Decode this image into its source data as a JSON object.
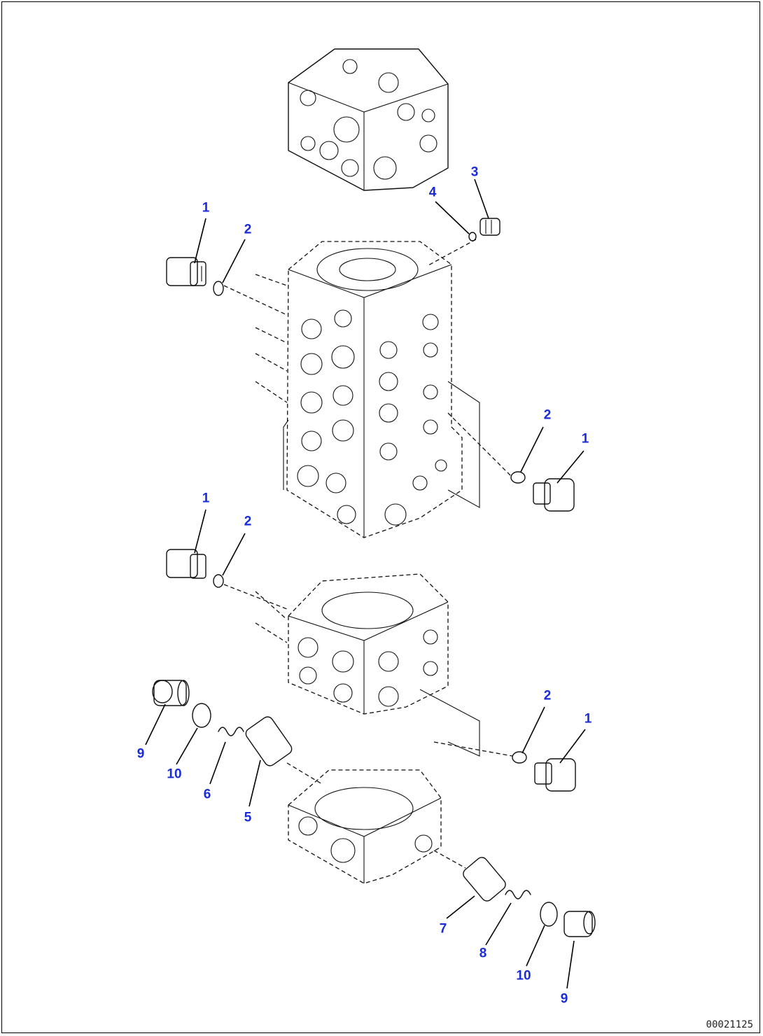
{
  "diagram": {
    "drawing_number": "00021125",
    "callouts": [
      {
        "id": "c1a",
        "label": "1"
      },
      {
        "id": "c2a",
        "label": "2"
      },
      {
        "id": "c3",
        "label": "3"
      },
      {
        "id": "c4",
        "label": "4"
      },
      {
        "id": "c2b",
        "label": "2"
      },
      {
        "id": "c1b",
        "label": "1"
      },
      {
        "id": "c1c",
        "label": "1"
      },
      {
        "id": "c2c",
        "label": "2"
      },
      {
        "id": "c2d",
        "label": "2"
      },
      {
        "id": "c1d",
        "label": "1"
      },
      {
        "id": "c9a",
        "label": "9"
      },
      {
        "id": "c10a",
        "label": "10"
      },
      {
        "id": "c6",
        "label": "6"
      },
      {
        "id": "c5",
        "label": "5"
      },
      {
        "id": "c7",
        "label": "7"
      },
      {
        "id": "c8",
        "label": "8"
      },
      {
        "id": "c10b",
        "label": "10"
      },
      {
        "id": "c9b",
        "label": "9"
      }
    ]
  }
}
